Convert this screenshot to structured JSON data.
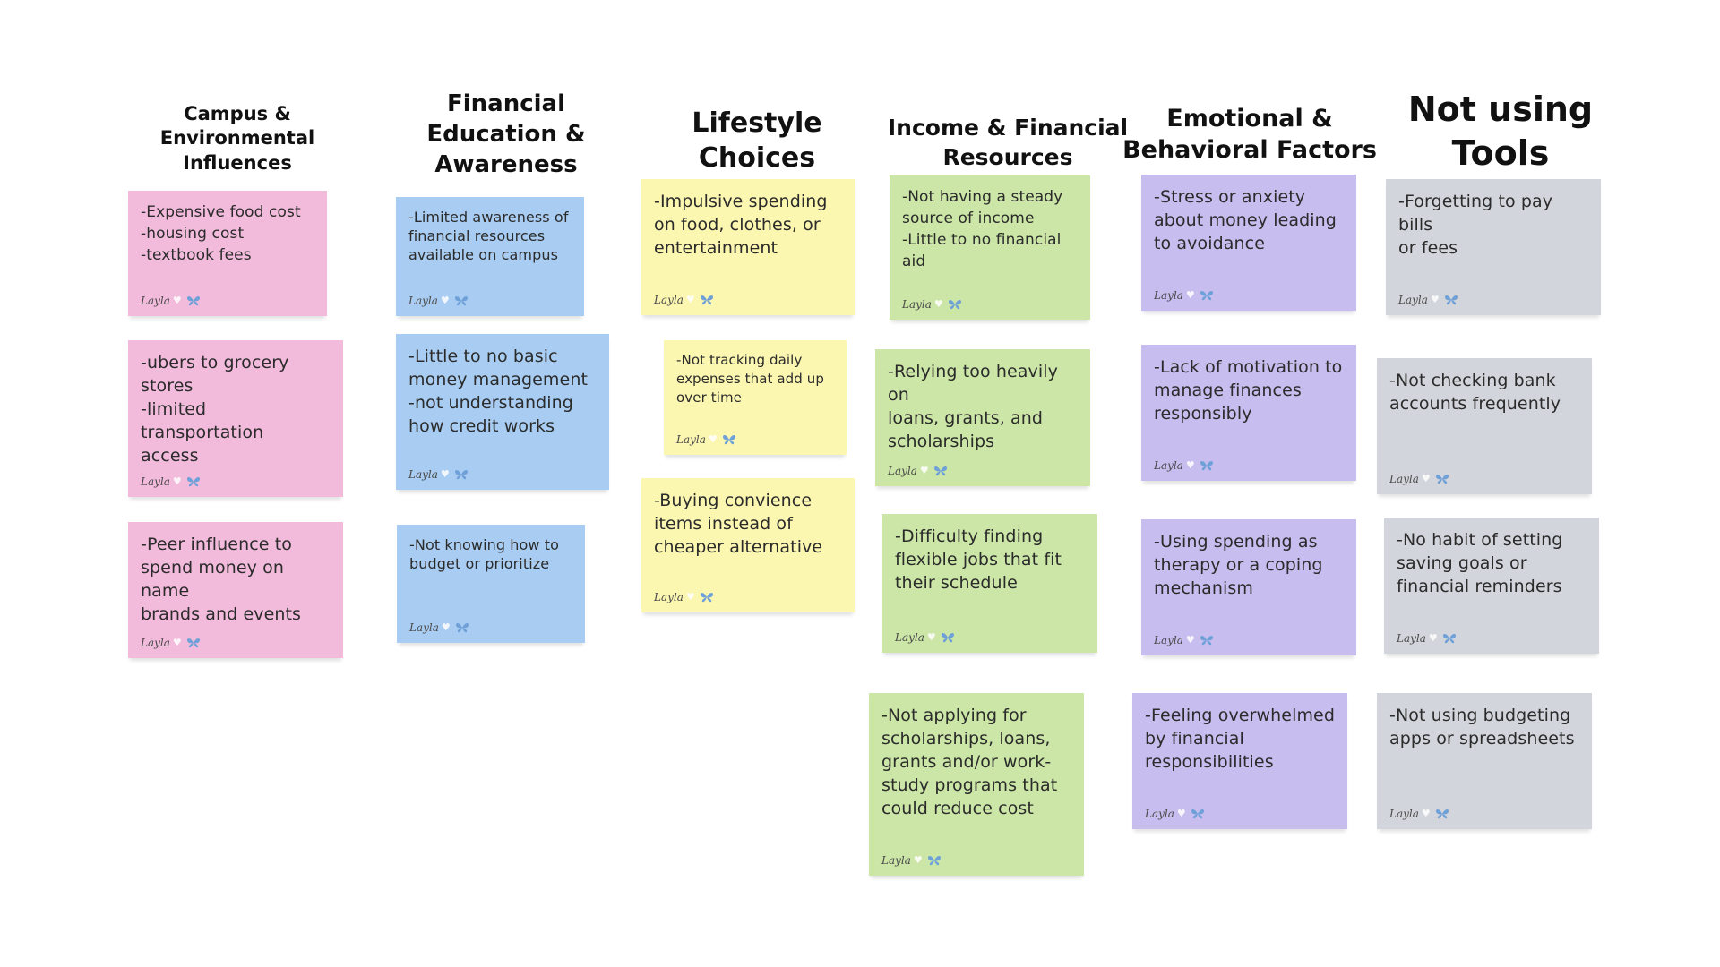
{
  "colors": {
    "pink": "#f2bbdc",
    "blue": "#a9cdf2",
    "yellow": "#fbf6b0",
    "green": "#cbe6a6",
    "purple": "#c7bdee",
    "gray": "#d2d5db",
    "butterfly": "#6fa0d8"
  },
  "signature": {
    "name": "Layla",
    "icons": [
      "heart-icon",
      "butterfly-icon"
    ]
  },
  "columns": [
    {
      "title": "Campus &\nEnvironmental\nInfluences",
      "notes": [
        {
          "text": "-Expensive food cost\n-housing cost\n-textbook fees",
          "color": "pink"
        },
        {
          "text": "-ubers to grocery\nstores\n-limited transportation\naccess",
          "color": "pink"
        },
        {
          "text": "-Peer influence to\nspend money on name\nbrands and events",
          "color": "pink"
        }
      ]
    },
    {
      "title": "Financial\nEducation &\nAwareness",
      "notes": [
        {
          "text": "-Limited awareness of\nfinancial resources\navailable on campus",
          "color": "blue"
        },
        {
          "text": "-Little to no basic\nmoney management\n-not understanding\nhow credit works",
          "color": "blue"
        },
        {
          "text": "-Not knowing how to\nbudget or prioritize",
          "color": "blue"
        }
      ]
    },
    {
      "title": "Lifestyle\nChoices",
      "notes": [
        {
          "text": "-Impulsive spending\non food, clothes, or\nentertainment",
          "color": "yellow"
        },
        {
          "text": "-Not tracking daily\nexpenses that add up\nover time",
          "color": "yellow"
        },
        {
          "text": "-Buying convience\nitems instead of\ncheaper alternative",
          "color": "yellow"
        }
      ]
    },
    {
      "title": "Income & Financial\nResources",
      "notes": [
        {
          "text": "-Not having a steady\nsource of income\n-Little to no financial\naid",
          "color": "green"
        },
        {
          "text": "-Relying too heavily on\nloans, grants, and\nscholarships",
          "color": "green"
        },
        {
          "text": "-Difficulty finding\nflexible jobs that fit\ntheir schedule",
          "color": "green"
        },
        {
          "text": "-Not applying for\nscholarships, loans,\ngrants and/or work-\nstudy programs that\ncould reduce cost",
          "color": "green"
        }
      ]
    },
    {
      "title": "Emotional &\nBehavioral Factors",
      "notes": [
        {
          "text": "-Stress or anxiety\nabout money leading\nto avoidance",
          "color": "purple"
        },
        {
          "text": "-Lack of motivation to\nmanage finances\nresponsibly",
          "color": "purple"
        },
        {
          "text": "-Using spending as\ntherapy or a coping\nmechanism",
          "color": "purple"
        },
        {
          "text": "-Feeling overwhelmed\nby financial\nresponsibilities",
          "color": "purple"
        }
      ]
    },
    {
      "title": "Not using\nTools",
      "notes": [
        {
          "text": "-Forgetting to pay bills\nor fees",
          "color": "gray"
        },
        {
          "text": "-Not checking bank\naccounts frequently",
          "color": "gray"
        },
        {
          "text": "-No habit of setting\nsaving goals or\nfinancial reminders",
          "color": "gray"
        },
        {
          "text": "-Not using budgeting\napps or spreadsheets",
          "color": "gray"
        }
      ]
    }
  ]
}
